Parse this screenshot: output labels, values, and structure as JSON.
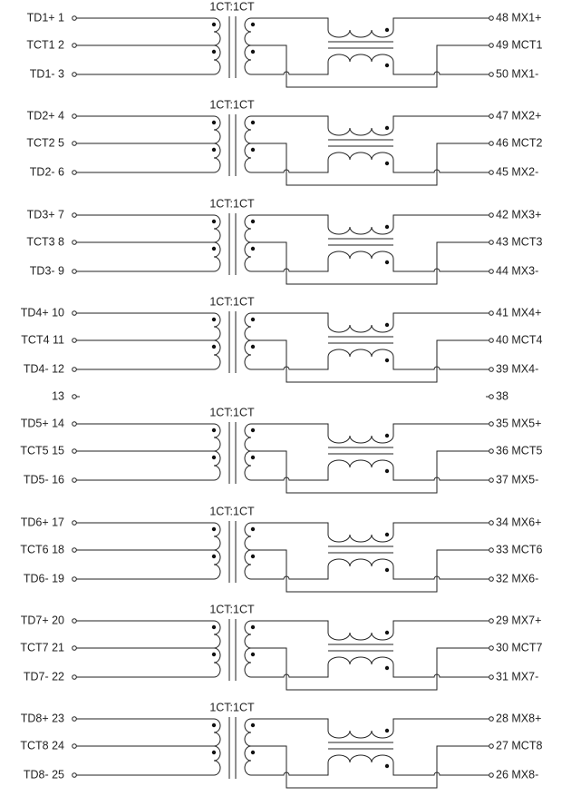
{
  "diagram": {
    "ratio_label": "1CT:1CT",
    "blocks": [
      {
        "left": [
          "TD1+ 1",
          "TCT1 2",
          "TD1- 3"
        ],
        "right": [
          "48 MX1+",
          "49 MCT1",
          "50 MX1-"
        ]
      },
      {
        "left": [
          "TD2+ 4",
          "TCT2 5",
          "TD2- 6"
        ],
        "right": [
          "47 MX2+",
          "46 MCT2",
          "45 MX2-"
        ]
      },
      {
        "left": [
          "TD3+ 7",
          "TCT3 8",
          "TD3- 9"
        ],
        "right": [
          "42 MX3+",
          "43 MCT3",
          "44 MX3-"
        ]
      },
      {
        "left": [
          "TD4+ 10",
          "TCT4 11",
          "TD4- 12"
        ],
        "right": [
          "41 MX4+",
          "40 MCT4",
          "39 MX4-"
        ]
      },
      {
        "left": [
          "TD5+ 14",
          "TCT5 15",
          "TD5- 16"
        ],
        "right": [
          "35 MX5+",
          "36 MCT5",
          "37 MX5-"
        ]
      },
      {
        "left": [
          "TD6+ 17",
          "TCT6 18",
          "TD6- 19"
        ],
        "right": [
          "34 MX6+",
          "33 MCT6",
          "32 MX6-"
        ]
      },
      {
        "left": [
          "TD7+ 20",
          "TCT7 21",
          "TD7- 22"
        ],
        "right": [
          "29 MX7+",
          "30 MCT7",
          "31 MX7-"
        ]
      },
      {
        "left": [
          "TD8+ 23",
          "TCT8 24",
          "TD8- 25"
        ],
        "right": [
          "28 MX8+",
          "27 MCT8",
          "26 MX8-"
        ]
      }
    ],
    "nc_left": "13",
    "nc_right": "38"
  }
}
